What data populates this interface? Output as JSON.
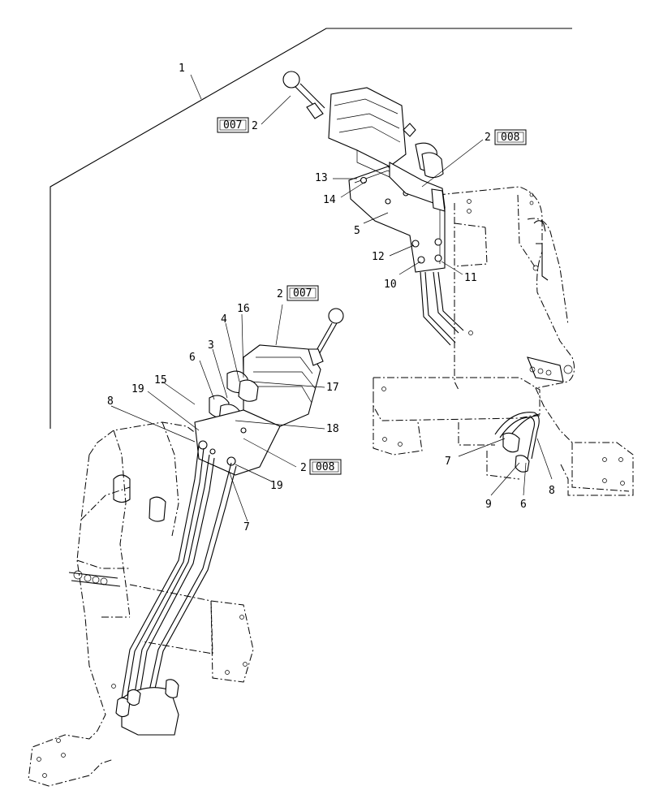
{
  "callouts": {
    "c1": "1",
    "top_valve_ref": "007",
    "top_valve_num": "2",
    "top_right_ref": "008",
    "top_right_num": "2",
    "c13": "13",
    "c14": "14",
    "c5": "5",
    "c12": "12",
    "c10": "10",
    "c11": "11",
    "mid_valve_num": "2",
    "mid_valve_ref": "007",
    "c16": "16",
    "c4": "4",
    "c3": "3",
    "c6_left": "6",
    "c15": "15",
    "c17": "17",
    "c19_top": "19",
    "c8_left": "8",
    "c18": "18",
    "mid_lower_num": "2",
    "mid_lower_ref": "008",
    "c19_bottom": "19",
    "c7_left": "7",
    "c7_right": "7",
    "c9": "9",
    "c6_right": "6",
    "c8_right": "8"
  }
}
